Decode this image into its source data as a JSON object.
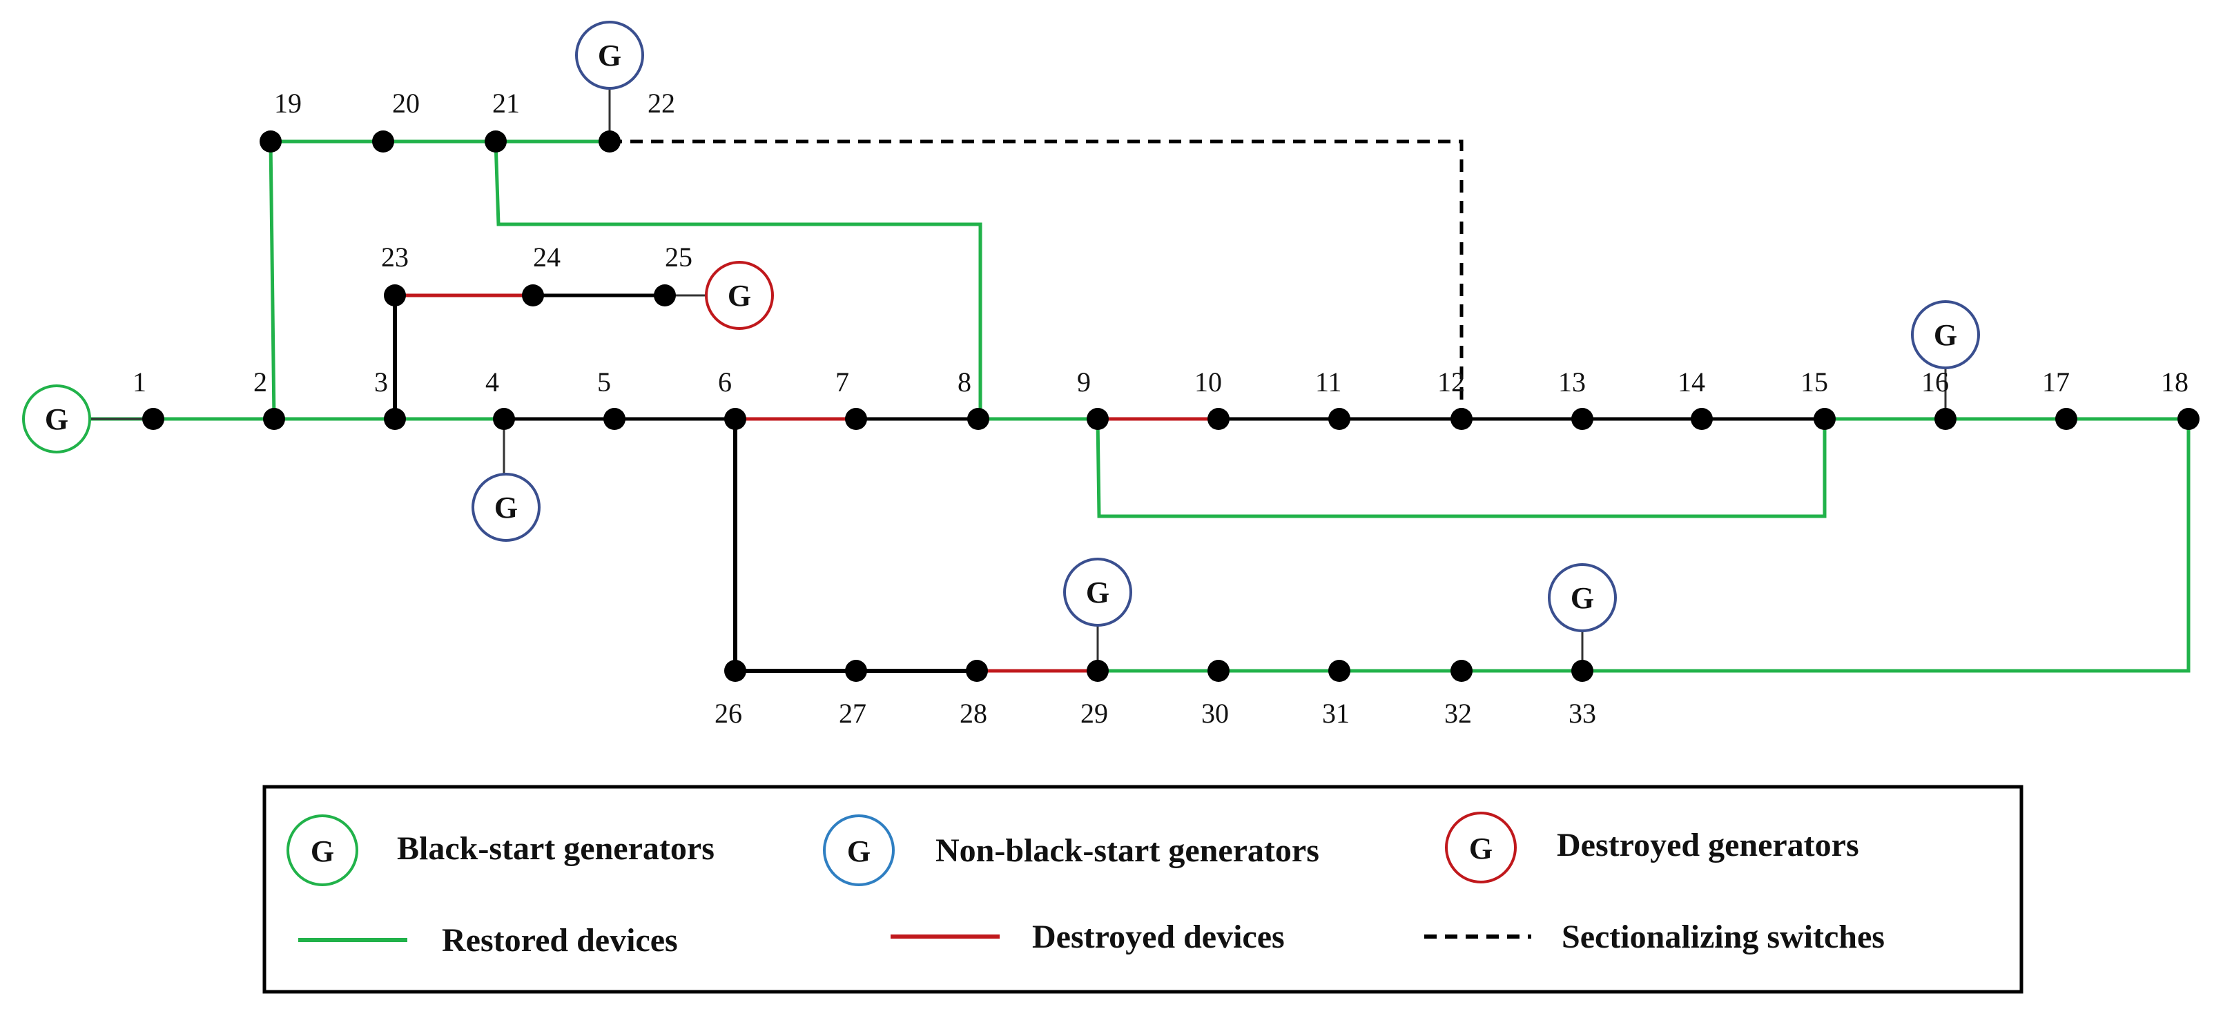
{
  "colors": {
    "restored": "#21b24a",
    "destroyed": "#c0181c",
    "normal": "#000000",
    "black_start": "#21b24a",
    "non_black_start_network": "#3a4f8f",
    "non_black_start_legend": "#2f7fc2",
    "destroyed_gen": "#c0181c"
  },
  "generator_symbol": "G",
  "nodes": [
    "1",
    "2",
    "3",
    "4",
    "5",
    "6",
    "7",
    "8",
    "9",
    "10",
    "11",
    "12",
    "13",
    "14",
    "15",
    "16",
    "17",
    "18",
    "19",
    "20",
    "21",
    "22",
    "23",
    "24",
    "25",
    "26",
    "27",
    "28",
    "29",
    "30",
    "31",
    "32",
    "33"
  ],
  "legend": {
    "black_start": "Black-start generators",
    "non_black_start": "Non-black-start generators",
    "destroyed_generators": "Destroyed generators",
    "restored_devices": "Restored devices",
    "destroyed_devices": "Destroyed devices",
    "sectionalizing_switches": "Sectionalizing switches"
  }
}
